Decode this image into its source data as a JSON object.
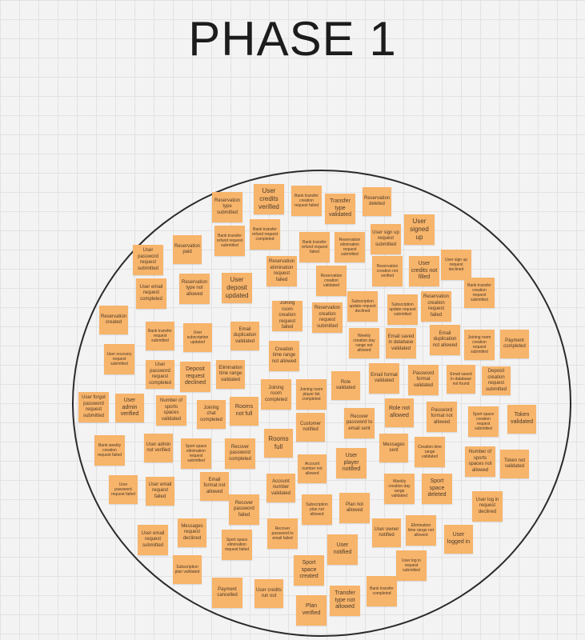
{
  "title": "PHASE 1",
  "notes": [
    "Reservation type submitted",
    "User credits verified",
    "Bank transfer creation request failed",
    "Transfer type validated",
    "Reservation deleted",
    "Bank transfer refund request completed",
    "Bank transfer refund request submitted",
    "Reservation paid",
    "User password request submitted",
    "Bank transfer refund request failed",
    "Reservation elimination request submitted",
    "User sign up request submitted",
    "User signed up",
    "Reservation elimination request failed",
    "User credits not filled",
    "User sign up request declined",
    "Reservation creation not verified",
    "User email request completed",
    "Reservation type not allowed",
    "User deposit updated",
    "Reservation creation validated",
    "Bank transfer creation request submitted",
    "Joining room creation request failed",
    "Reservation creation request submitted",
    "Subscription update request submitted",
    "Reservation creation request failed",
    "Reservation created",
    "Subscription update request declined",
    "Email duplication validated",
    "Email duplication not allowed",
    "Joining room creation request submitted",
    "Payment completed",
    "User subscription updated",
    "Creation time range not allowed",
    "User recovery request submitted",
    "Weekly creation day range not allowed",
    "Email saved in database validated",
    "Bank transfer request submitted",
    "Deposit request declined",
    "Elimination time range validated",
    "User password request completed",
    "Joining room completed",
    "Joining room player list completed",
    "Role validated",
    "Email format validated",
    "Password format validated",
    "Email saved in database not found",
    "Deposit creation request submitted",
    "User forgot password request submitted",
    "User admin verified",
    "Number of sports spaces validated",
    "Joining chat completed",
    "Rooms not full",
    "Recover password to email sent",
    "Role not allowed",
    "Password format not allowed",
    "Sport space creation request submitted",
    "Token validated",
    "Customer notified",
    "Bank weekly creation request failed",
    "User admin not verified",
    "Sport space elimination request submitted",
    "Recover password completed",
    "Rooms full",
    "Messages sent",
    "Creation time range validated",
    "Number of sports spaces not allowed",
    "Token not validated",
    "Account number not allowed",
    "User player notified",
    "User password request failed",
    "User email request failed",
    "Email format not allowed",
    "Recover password failed",
    "Account number validated",
    "Weekly creation day range validated",
    "Sport space deleted",
    "User log in request declined",
    "Subscription plan not allowed",
    "Plan not allowed",
    "User email request submitted",
    "Messages request declined",
    "Sport space elimination request failed",
    "Recover password to email failed",
    "Elimination time range not allowed",
    "User owner notified",
    "User logged in",
    "User notified",
    "Subscription plan validated",
    "Sport space created",
    "User log in request submitted",
    "Payment cancelled",
    "User credits run out",
    "Bank transfer completed",
    "Transfer type not allowed",
    "Plan verified"
  ]
}
